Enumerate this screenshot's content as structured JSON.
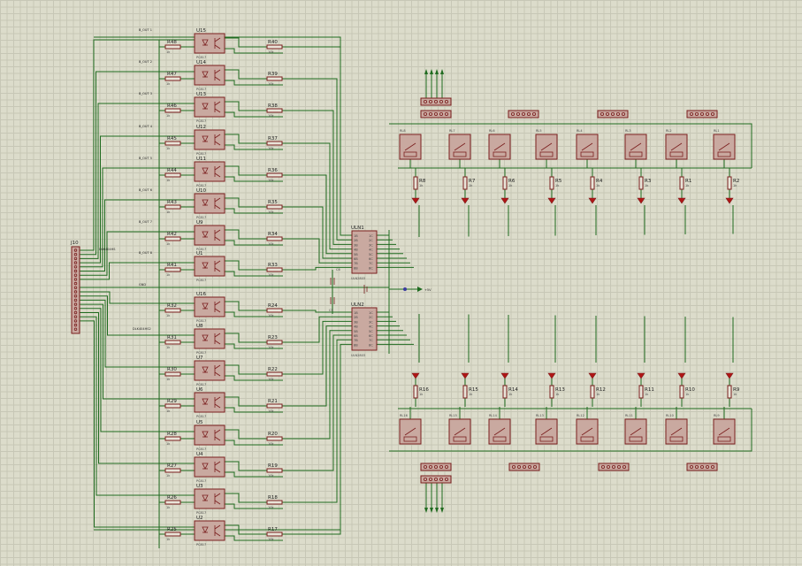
{
  "upper_opto": [
    {
      "u": "U15",
      "rin": "R48",
      "rout": "R40",
      "net": "B_OUT 1"
    },
    {
      "u": "U14",
      "rin": "R47",
      "rout": "R39",
      "net": "B_OUT 2"
    },
    {
      "u": "U13",
      "rin": "R46",
      "rout": "R38",
      "net": "B_OUT 3"
    },
    {
      "u": "U12",
      "rin": "R45",
      "rout": "R37",
      "net": "B_OUT 4"
    },
    {
      "u": "U11",
      "rin": "R44",
      "rout": "R36",
      "net": "B_OUT 5"
    },
    {
      "u": "U10",
      "rin": "R43",
      "rout": "R35",
      "net": "B_OUT 6"
    },
    {
      "u": "U9",
      "rin": "R42",
      "rout": "R34",
      "net": "B_OUT 7"
    },
    {
      "u": "U1",
      "rin": "R41",
      "rout": "R33",
      "net": "B_OUT 8"
    }
  ],
  "lower_opto": [
    {
      "u": "U16",
      "rin": "R32",
      "rout": "R24"
    },
    {
      "u": "U8",
      "rin": "R31",
      "rout": "R23"
    },
    {
      "u": "U7",
      "rin": "R30",
      "rout": "R22"
    },
    {
      "u": "U6",
      "rin": "R29",
      "rout": "R21"
    },
    {
      "u": "U5",
      "rin": "R28",
      "rout": "R20"
    },
    {
      "u": "U4",
      "rin": "R27",
      "rout": "R19"
    },
    {
      "u": "U3",
      "rin": "R26",
      "rout": "R18"
    },
    {
      "u": "U2",
      "rin": "R25",
      "rout": "R17"
    }
  ],
  "connector": {
    "label": "J10",
    "nets": [
      "DLK404HS",
      "GND",
      "DLK404HS2"
    ]
  },
  "drivers": {
    "top": "ULN1",
    "bottom": "ULN2",
    "part": "ULN2803"
  },
  "caps": [
    "C6",
    "C5"
  ],
  "upper_relays": [
    {
      "rl": "RL8",
      "r": "R8"
    },
    {
      "rl": "RL7",
      "r": "R7"
    },
    {
      "rl": "RL6",
      "r": "R6"
    },
    {
      "rl": "RL5",
      "r": "R5"
    },
    {
      "rl": "RL4",
      "r": "R4"
    },
    {
      "rl": "RL3",
      "r": "R3"
    },
    {
      "rl": "RL2",
      "r": "R1"
    },
    {
      "rl": "RL1",
      "r": "R2"
    }
  ],
  "lower_relays": [
    {
      "rl": "RL16",
      "r": "R16"
    },
    {
      "rl": "RL15",
      "r": "R15"
    },
    {
      "rl": "RL14",
      "r": "R14"
    },
    {
      "rl": "RL13",
      "r": "R13"
    },
    {
      "rl": "RL12",
      "r": "R12"
    },
    {
      "rl": "RL11",
      "r": "R11"
    },
    {
      "rl": "RL10",
      "r": "R10"
    },
    {
      "rl": "RL9",
      "r": "R9"
    }
  ],
  "power": {
    "label": "+5V"
  },
  "colors": {
    "wire": "#1f6b1f",
    "component": "#7a1e1e",
    "body": "#c9a9a0",
    "led": "#b01515",
    "background": "#dcdccb"
  }
}
